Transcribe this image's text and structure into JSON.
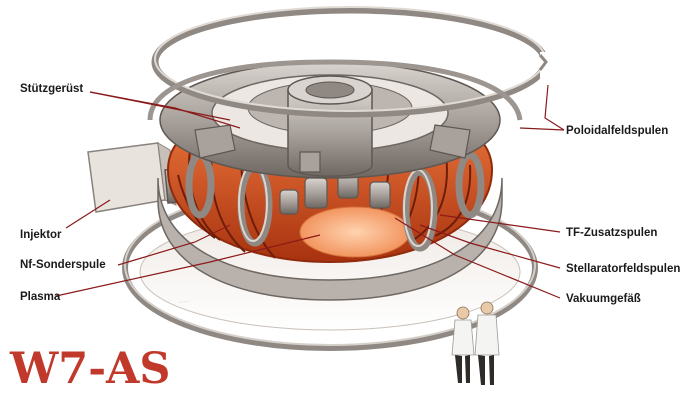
{
  "title": "W7-AS",
  "colors": {
    "title": "#c0392b",
    "label_text": "#1a1a1a",
    "leader_line": "#8b1a1a",
    "metal": "#a8a19c",
    "metal_dark": "#5e5752",
    "coil": "#d9521f",
    "coil_dark": "#8f2a0c",
    "plasma": "#f2a77a",
    "background": "#ffffff"
  },
  "labels": {
    "left": {
      "support": "Stützgerüst",
      "injector": "Injektor",
      "nf_coil": "Nf-Sonderspule",
      "plasma": "Plasma"
    },
    "right": {
      "poloidal": "Poloidalfeldspulen",
      "tf": "TF-Zusatzspulen",
      "stellarator": "Stellaratorfeldspulen",
      "vessel": "Vakuumgefäß"
    }
  }
}
